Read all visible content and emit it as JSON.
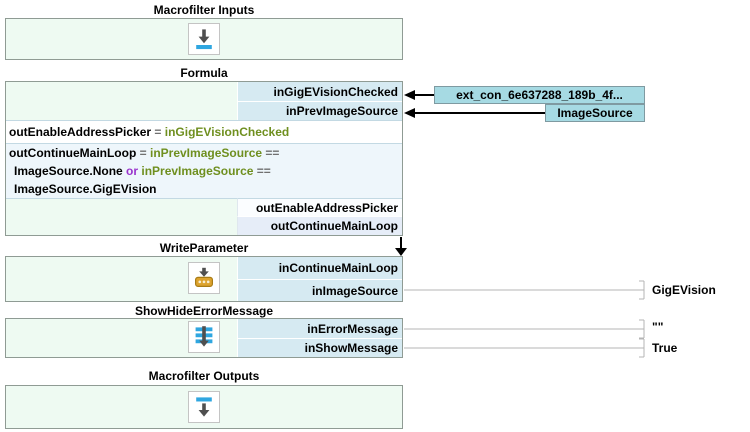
{
  "editor": {
    "blocks": {
      "macrofilter_inputs": {
        "title": "Macrofilter Inputs"
      },
      "formula": {
        "title": "Formula",
        "inputs": [
          "inGigEVisionChecked",
          "inPrevImageSource"
        ],
        "outputs": [
          "outEnableAddressPicker",
          "outContinueMainLoop"
        ],
        "expr1": [
          {
            "t": "outEnableAddressPicker"
          },
          {
            "t": " = "
          },
          {
            "t": "inGigEVisionChecked"
          }
        ],
        "expr2_line1": [
          {
            "t": "outContinueMainLoop"
          },
          {
            "t": " = "
          },
          {
            "t": "inPrevImageSource"
          },
          {
            "t": " =="
          }
        ],
        "expr2_line2": [
          {
            "t": "ImageSource.None"
          },
          {
            "t": " or "
          },
          {
            "t": "inPrevImageSource"
          },
          {
            "t": " =="
          }
        ],
        "expr2_line3": [
          {
            "t": "ImageSource.GigEVision"
          }
        ]
      },
      "write_parameter": {
        "title": "WriteParameter",
        "inputs": [
          "inContinueMainLoop",
          "inImageSource"
        ]
      },
      "show_hide_error_message": {
        "title": "ShowHideErrorMessage",
        "inputs": [
          "inErrorMessage",
          "inShowMessage"
        ]
      },
      "macrofilter_outputs": {
        "title": "Macrofilter Outputs"
      }
    },
    "external_connections": [
      {
        "label": "ext_con_6e637288_189b_4f...",
        "target_port": "inGigEVisionChecked"
      },
      {
        "label": "ImageSource",
        "target_port": "inPrevImageSource"
      }
    ],
    "constants": [
      {
        "value": "GigEVision",
        "port": "inImageSource"
      },
      {
        "value": "\"\"",
        "port": "inErrorMessage"
      },
      {
        "value": "True",
        "port": "inShowMessage"
      }
    ],
    "icons": {
      "macrofilter_inputs": "input-arrow-down-to-bar-icon",
      "write_parameter": "write-parameter-slot-icon",
      "show_hide_error_message": "stack-down-arrow-icon",
      "macrofilter_outputs": "bar-arrow-down-icon"
    },
    "colors": {
      "block_background": "#eefaf2",
      "port_background": "#d6eaf2",
      "connection_label_background": "#a6dae3",
      "expression_alt_background": "#eef6fb",
      "identifier_green": "#6f8f1f",
      "keyword_purple": "#9933cc",
      "operator_gray": "#707070",
      "icon_blue": "#2fa6e0",
      "icon_amber": "#d99f2b"
    }
  }
}
